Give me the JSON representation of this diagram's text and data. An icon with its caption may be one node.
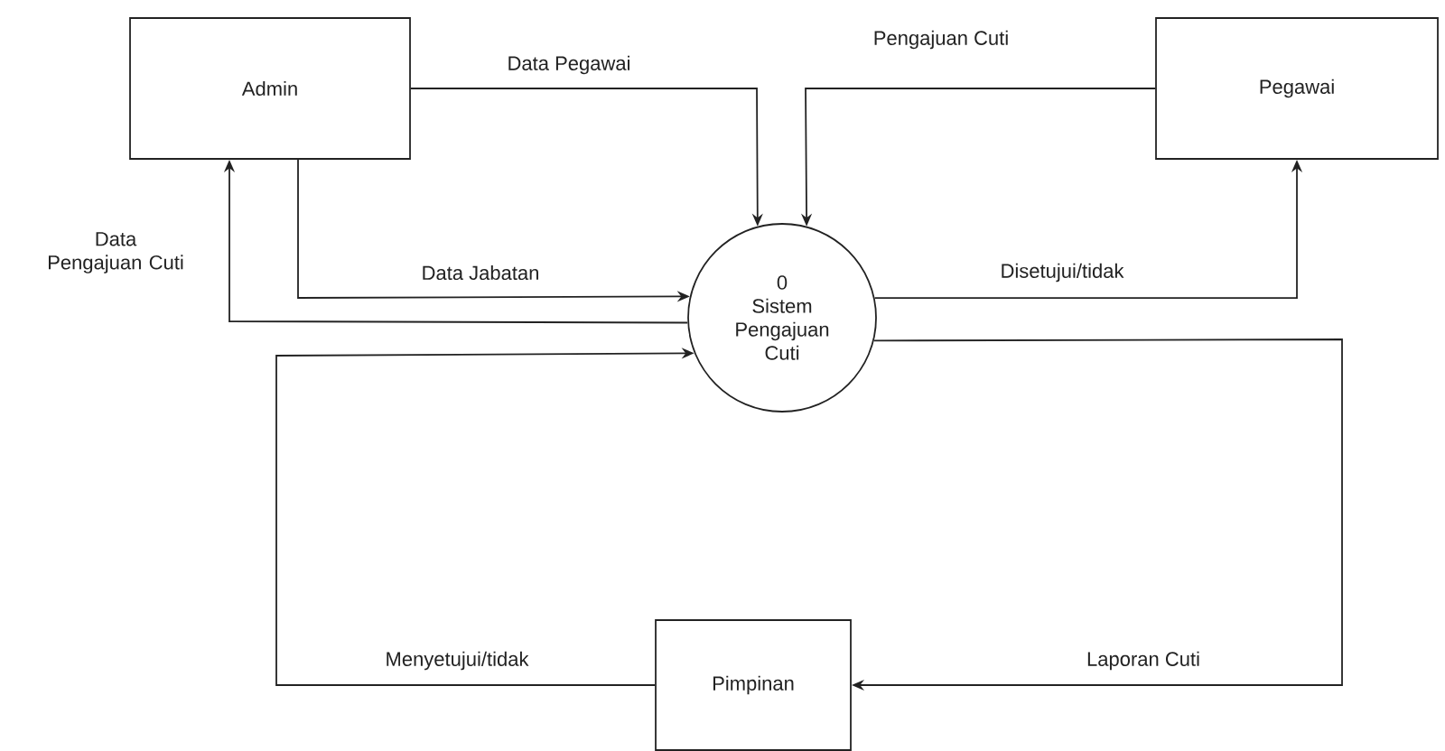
{
  "diagram": {
    "nodes": [
      {
        "text": [
          "Admin"
        ]
      },
      {
        "text": [
          "Pegawai"
        ]
      },
      {
        "text": [
          "0",
          "Sistem Pengajuan Cuti"
        ]
      },
      {
        "text": [
          "Pimpinan"
        ]
      }
    ],
    "edges": [
      {
        "from": 0,
        "to": 2,
        "arrow": "to",
        "label": "Data Pegawai"
      },
      {
        "from": 1,
        "to": 2,
        "arrow": "to",
        "label": "Pengajuan Cuti"
      },
      {
        "from": 0,
        "to": 2,
        "arrow": "to",
        "label": "Data Jabatan"
      },
      {
        "from": 2,
        "to": 0,
        "arrow": "to",
        "label": "Data Pengajuan Cuti"
      },
      {
        "from": 2,
        "to": 1,
        "arrow": "to",
        "label": "Disetujui/tidak"
      },
      {
        "from": 2,
        "to": 3,
        "arrow": "to",
        "label": "Laporan Cuti"
      },
      {
        "from": 3,
        "to": 2,
        "arrow": "to",
        "label": "Menyetujui/tidak"
      }
    ]
  }
}
